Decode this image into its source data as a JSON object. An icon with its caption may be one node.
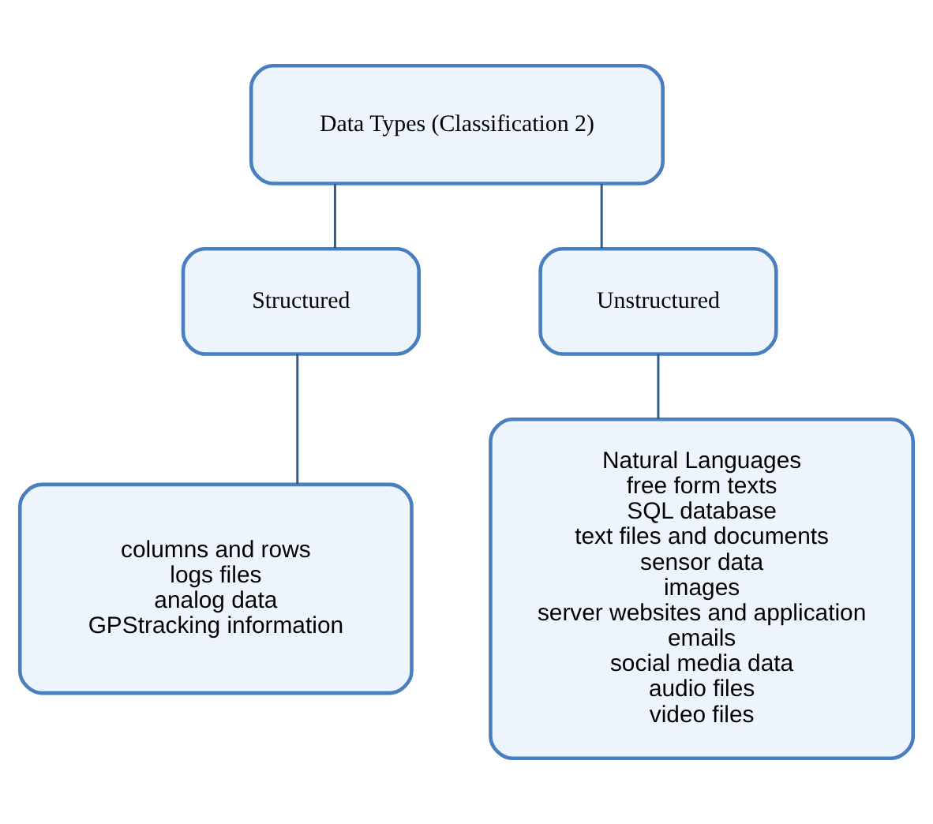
{
  "diagram": {
    "nodes": [
      {
        "text": [
          "Data Types (Classification 2)"
        ]
      },
      {
        "text": [
          "Structured"
        ]
      },
      {
        "text": [
          "Unstructured"
        ]
      },
      {
        "text": [
          "columns and rows",
          "logs files",
          "analog data",
          "GPStracking information"
        ]
      },
      {
        "text": [
          "Natural Languages",
          "free form texts",
          "SQL database",
          "text files and documents",
          "sensor data",
          "images",
          "server websites and application",
          "emails",
          "social media data",
          "audio files",
          "video files"
        ]
      }
    ],
    "edges": [
      {
        "from": 0,
        "to": 1,
        "arrow": "none"
      },
      {
        "from": 0,
        "to": 2,
        "arrow": "none"
      },
      {
        "from": 1,
        "to": 3,
        "arrow": "none"
      },
      {
        "from": 2,
        "to": 4,
        "arrow": "none"
      }
    ]
  }
}
